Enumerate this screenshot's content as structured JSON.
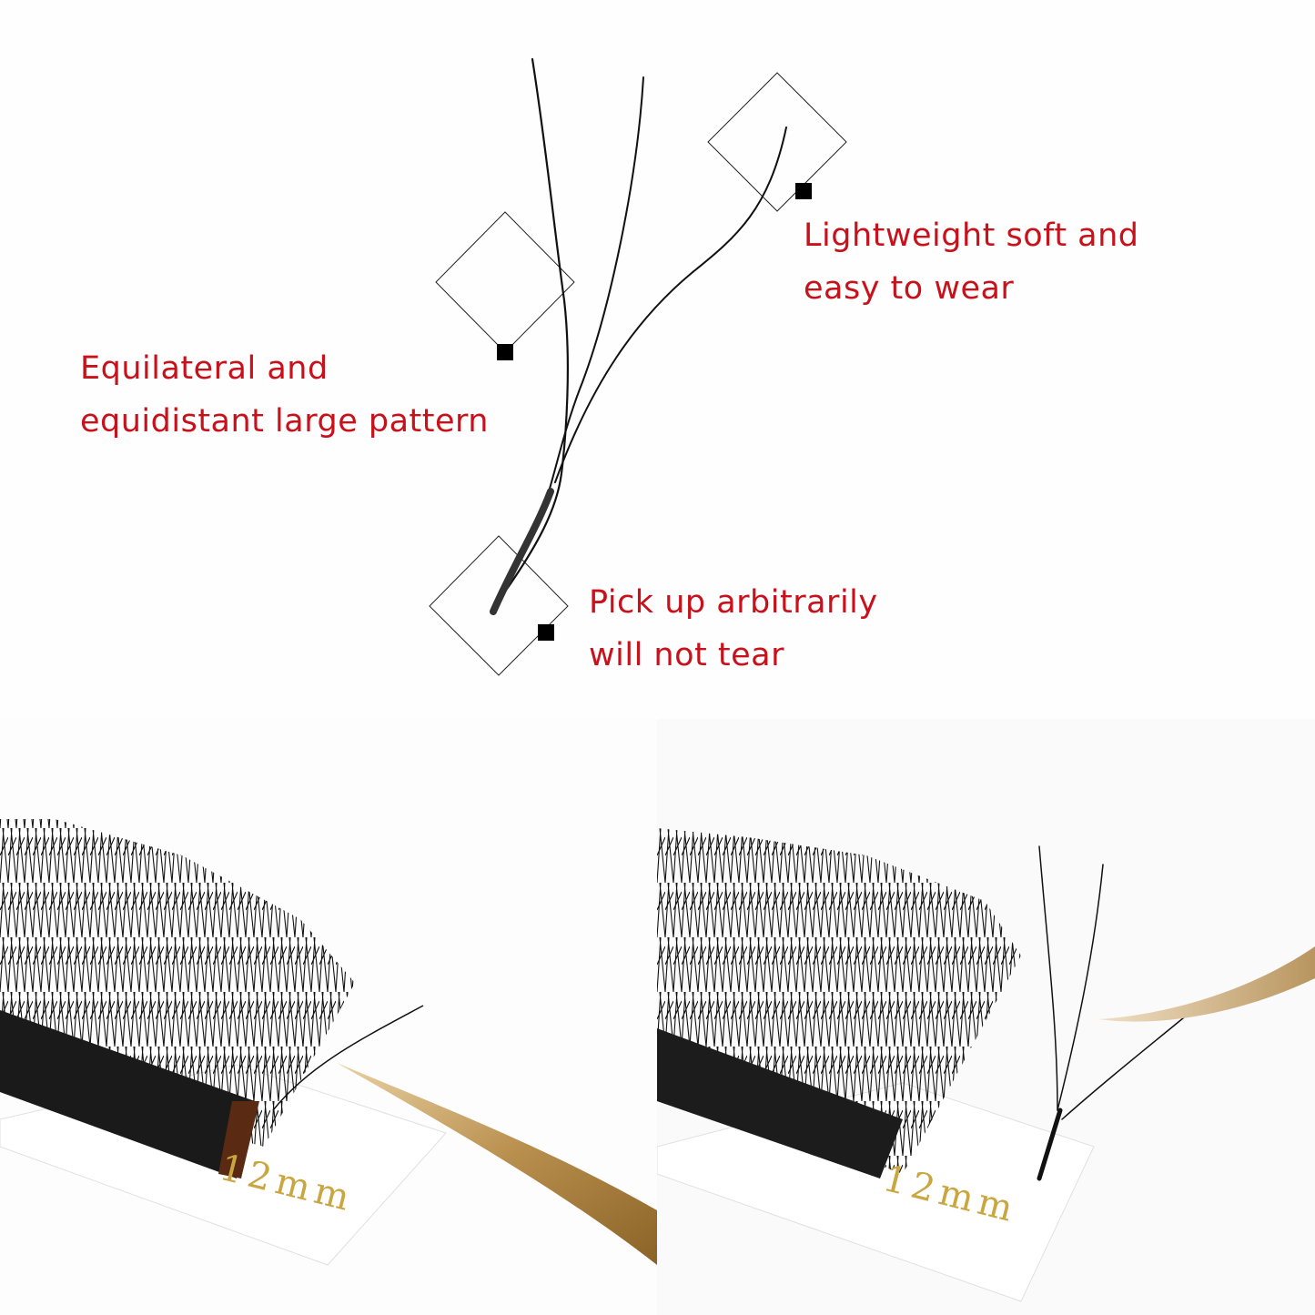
{
  "infographic": {
    "callouts": [
      {
        "id": "equilateral",
        "lines": [
          "Equilateral and",
          "equidistant large pattern"
        ]
      },
      {
        "id": "lightweight",
        "lines": [
          "Lightweight soft and",
          "easy to wear"
        ]
      },
      {
        "id": "pick-up",
        "lines": [
          "Pick up arbitrarily",
          "will not tear"
        ]
      }
    ],
    "accent_color": "#c8111a",
    "photos": [
      {
        "id": "left",
        "tray_label": "12mm",
        "description": "lash strip with tweezers picking single fan"
      },
      {
        "id": "right",
        "tray_label": "12mm",
        "description": "lash strip with detached 3D fan and tweezers"
      }
    ]
  }
}
